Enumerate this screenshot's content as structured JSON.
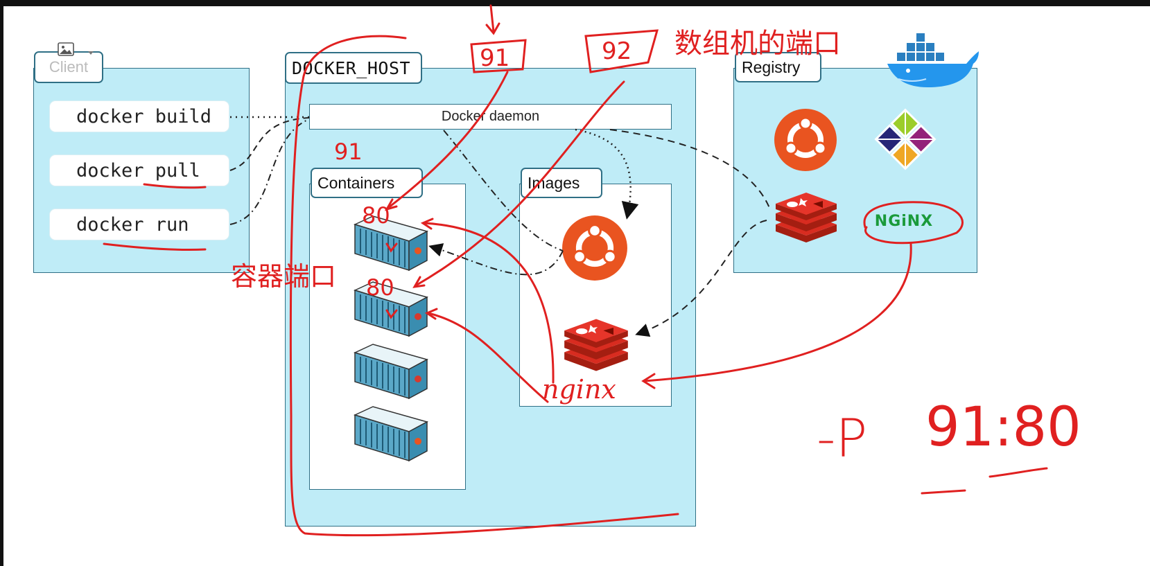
{
  "client": {
    "tab_label": "Client",
    "commands": [
      "docker build",
      "docker pull",
      "docker run"
    ]
  },
  "docker_host": {
    "tab_label": "DOCKER_HOST",
    "daemon_label": "Docker daemon",
    "containers_label": "Containers",
    "images_label": "Images"
  },
  "registry": {
    "tab_label": "Registry",
    "nginx_logo_text": "NGiNX"
  },
  "annotations": {
    "host_port_caption": "数组机的端口",
    "container_port_caption": "容器端口",
    "host_port_1": "91",
    "host_port_2": "92",
    "tag_91": "91",
    "container_port_1": "80",
    "container_port_2": "80",
    "nginx_scrawl": "nginx",
    "command_flag": "-P",
    "mapping": "91:80"
  },
  "colors": {
    "panel_fill": "#bfecf7",
    "panel_border": "#2f6f85",
    "ubuntu_orange": "#e95420",
    "redis_red": "#d63a2f",
    "nginx_green": "#1a9a3a",
    "annotation_red": "#e02020",
    "docker_blue": "#2496ed"
  },
  "icons": [
    "image-icon",
    "docker-whale-icon",
    "ubuntu-logo-icon",
    "centos-logo-icon",
    "redis-logo-icon",
    "nginx-logo-icon",
    "container-icon"
  ]
}
